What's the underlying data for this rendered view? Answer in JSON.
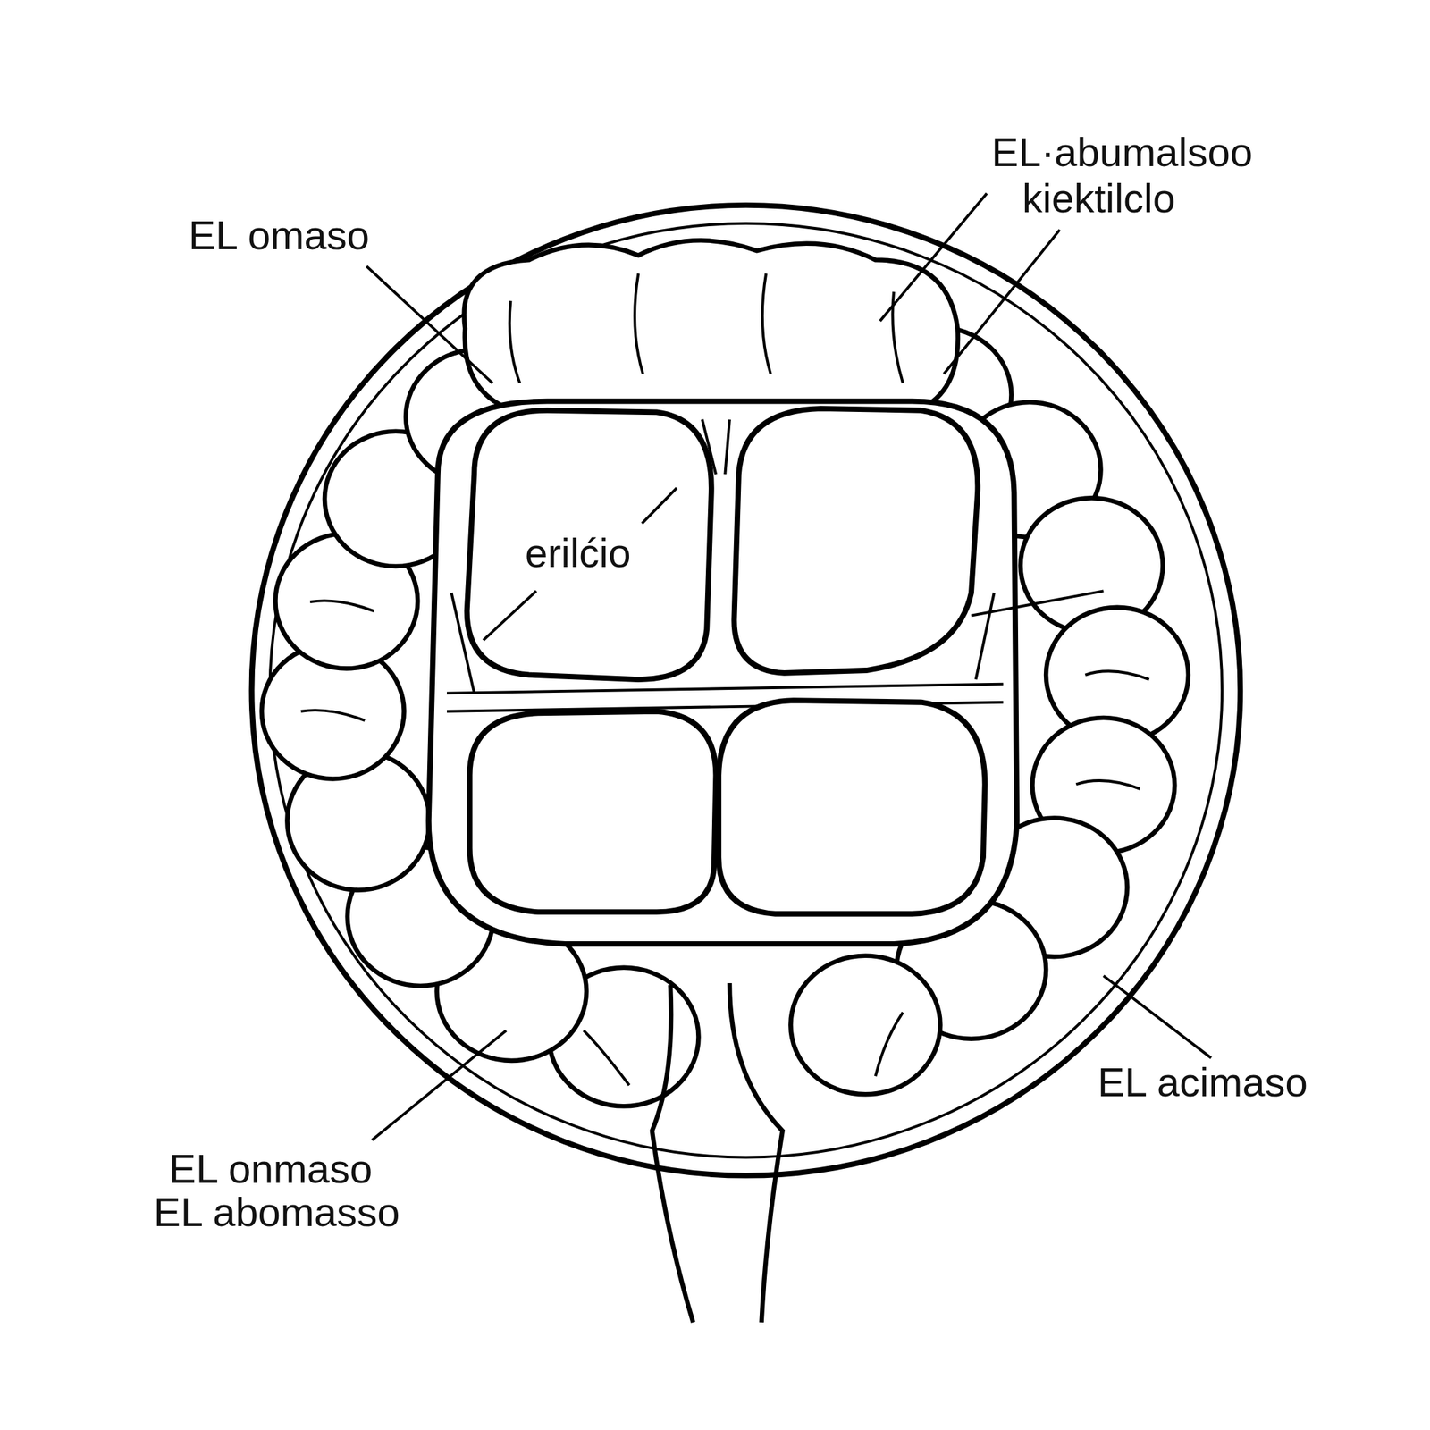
{
  "diagram": {
    "labels": [
      "EL omaso",
      "EL·abumalsoo",
      "kiektilclo",
      "erilćio",
      "EL onmaso",
      "EL abomasso",
      "EL acimaso"
    ]
  }
}
